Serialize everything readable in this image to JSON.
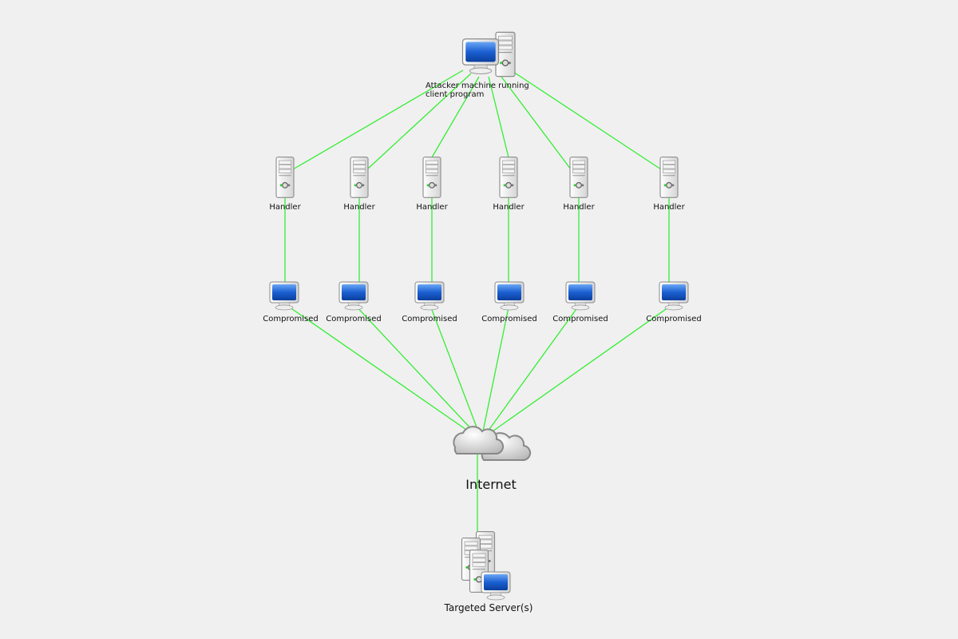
{
  "title": "DDoS attack architecture",
  "colors": {
    "link": "#33ee33",
    "background": "#f0f0f0",
    "screen": "#1b5fd1"
  },
  "attacker": {
    "label": "Attacker machine running client program",
    "icon": "workstation-icon"
  },
  "handlers": [
    {
      "label": "Handler",
      "icon": "server-icon"
    },
    {
      "label": "Handler",
      "icon": "server-icon"
    },
    {
      "label": "Handler",
      "icon": "server-icon"
    },
    {
      "label": "Handler",
      "icon": "server-icon"
    },
    {
      "label": "Handler",
      "icon": "server-icon"
    },
    {
      "label": "Handler",
      "icon": "server-icon"
    }
  ],
  "compromised": [
    {
      "label": "Compromised",
      "icon": "monitor-icon"
    },
    {
      "label": "Compromised",
      "icon": "monitor-icon"
    },
    {
      "label": "Compromised",
      "icon": "monitor-icon"
    },
    {
      "label": "Compromised",
      "icon": "monitor-icon"
    },
    {
      "label": "Compromised",
      "icon": "monitor-icon"
    },
    {
      "label": "Compromised",
      "icon": "monitor-icon"
    }
  ],
  "internet": {
    "label": "Internet",
    "icon": "cloud-icon"
  },
  "target": {
    "label": "Targeted Server(s)",
    "icon": "server-cluster-icon"
  },
  "edges": [
    [
      "attacker",
      "handler-1"
    ],
    [
      "attacker",
      "handler-2"
    ],
    [
      "attacker",
      "handler-3"
    ],
    [
      "attacker",
      "handler-4"
    ],
    [
      "attacker",
      "handler-5"
    ],
    [
      "attacker",
      "handler-6"
    ],
    [
      "handler-1",
      "compromised-1"
    ],
    [
      "handler-2",
      "compromised-2"
    ],
    [
      "handler-3",
      "compromised-3"
    ],
    [
      "handler-4",
      "compromised-4"
    ],
    [
      "handler-5",
      "compromised-5"
    ],
    [
      "handler-6",
      "compromised-6"
    ],
    [
      "compromised-1",
      "internet"
    ],
    [
      "compromised-2",
      "internet"
    ],
    [
      "compromised-3",
      "internet"
    ],
    [
      "compromised-4",
      "internet"
    ],
    [
      "compromised-5",
      "internet"
    ],
    [
      "compromised-6",
      "internet"
    ],
    [
      "internet",
      "target"
    ]
  ]
}
